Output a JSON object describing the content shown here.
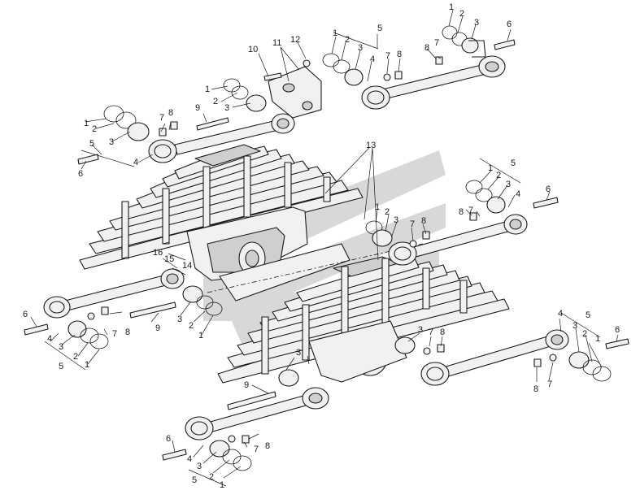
{
  "drawing": {
    "watermark_color": "#9e9e9e",
    "line_color": "#1a1a1a",
    "callouts": {
      "p1": "1",
      "p2": "2",
      "p3": "3",
      "p4": "4",
      "p5": "5",
      "p6": "6",
      "p7": "7",
      "p8": "8",
      "p9": "9",
      "p10": "10",
      "p11": "11",
      "p12": "12",
      "p13": "13",
      "p14": "14",
      "p15": "15",
      "p16": "16"
    }
  }
}
